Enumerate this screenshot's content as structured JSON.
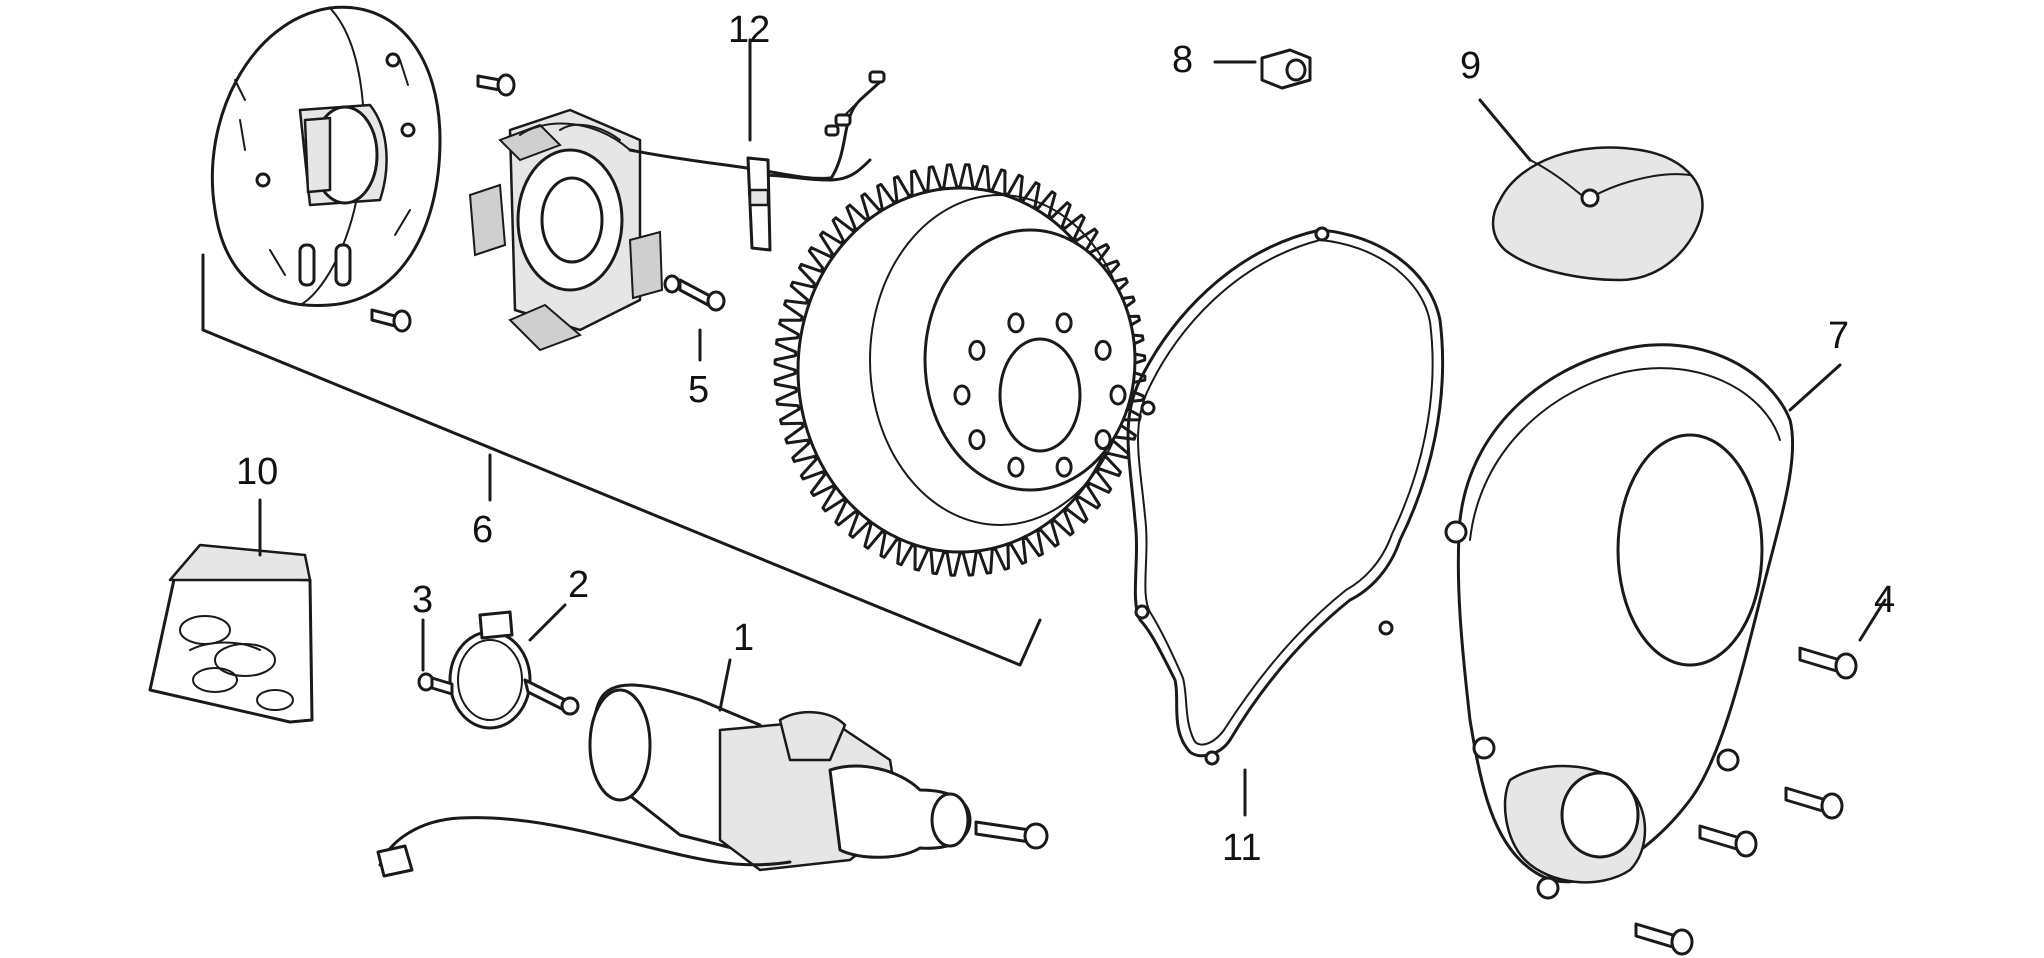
{
  "diagram": {
    "callouts": [
      "1",
      "2",
      "3",
      "4",
      "5",
      "6",
      "7",
      "8",
      "9",
      "10",
      "11",
      "12"
    ]
  },
  "parts": {
    "stator_plate": "plate",
    "stator": "coil",
    "wire_harness": "wire",
    "flywheel": "gear",
    "gasket": "gasket",
    "cover": "cover",
    "starter_motor": "starter",
    "bag": "bag",
    "kit": "kit"
  }
}
